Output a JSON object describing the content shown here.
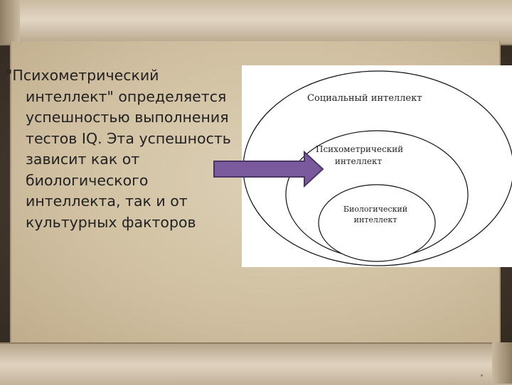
{
  "body_text": {
    "lines": [
      "\"Психометрический",
      "интеллект\" определяется",
      "успешностью выполнения",
      "тестов IQ. Эта успешность",
      "зависит как от",
      "биологического",
      "интеллекта, так и от",
      "культурных факторов"
    ]
  },
  "diagram": {
    "social_label": "Социальный интеллект",
    "psychometric_label_1": "Психометрический",
    "psychometric_label_2": "интеллект",
    "biological_label_1": "Биологический",
    "biological_label_2": "интеллект",
    "arrow_color": "#7a5a9c"
  }
}
